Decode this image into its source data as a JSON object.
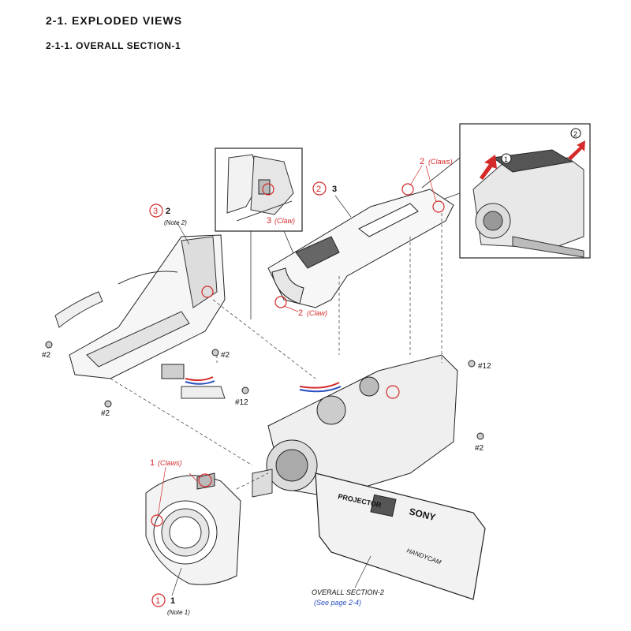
{
  "title": "2-1.  EXPLODED  VIEWS",
  "subtitle": "2-1-1. OVERALL  SECTION-1",
  "callouts": {
    "step1": "1",
    "step2": "2",
    "step3": "3",
    "part1": "1",
    "part2": "2",
    "part3": "3",
    "note1": "(Note 1)",
    "note2": "(Note 2)",
    "claws_top_num": "2",
    "claws_top": "(Claws)",
    "claw_mid_num": "2",
    "claw_mid": "(Claw)",
    "claw_inset_num": "3",
    "claw_inset": "(Claw)",
    "claws_lens_num": "1",
    "claws_lens": "(Claws)"
  },
  "screws": {
    "left": "#2",
    "center": "#2",
    "bottom_left": "#2",
    "mid": "#12",
    "right_top": "#12",
    "right_bottom": "#2"
  },
  "camera_text": {
    "projector": "PROJECTOR",
    "brand": "SONY",
    "model": "HANDYCAM"
  },
  "inset_arrows": {
    "a1": "1",
    "a2": "2"
  },
  "reference": {
    "section": "OVERALL SECTION-2",
    "page": "(See page 2-4)"
  },
  "colors": {
    "callout_red": "#d42a2a",
    "link_blue": "#2a4fbf"
  }
}
